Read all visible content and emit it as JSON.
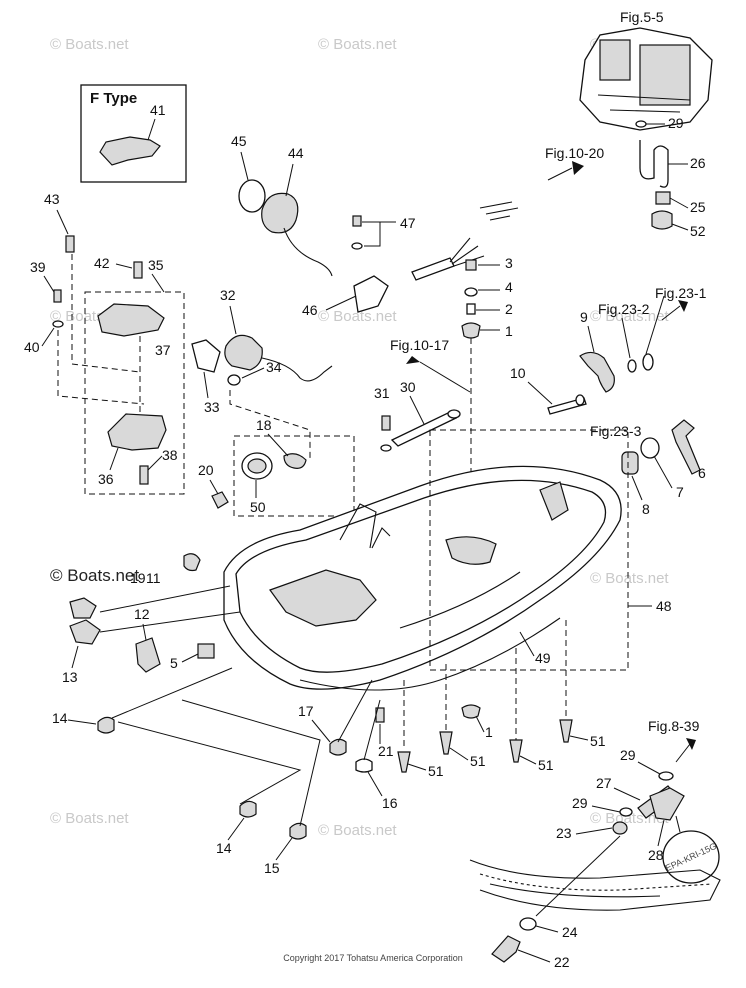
{
  "watermark": "© Boats.net",
  "copyright": "Copyright 2017 Tohatsu America Corporation",
  "inset_box": {
    "title": "F Type",
    "part": "41"
  },
  "figure_refs": {
    "fig_5_5": "Fig.5-5",
    "fig_10_20": "Fig.10-20",
    "fig_10_17": "Fig.10-17",
    "fig_23_1": "Fig.23-1",
    "fig_23_2": "Fig.23-2",
    "fig_23_3": "Fig.23-3",
    "fig_8_39": "Fig.8-39"
  },
  "emission_label": "EPA-KRI-15G",
  "callouts": {
    "p1a": "1",
    "p1b": "1",
    "p2": "2",
    "p3": "3",
    "p4": "4",
    "p5": "5",
    "p6": "6",
    "p7": "7",
    "p8": "8",
    "p9": "9",
    "p10": "10",
    "p11": "11",
    "p12": "12",
    "p13": "13",
    "p14a": "14",
    "p14b": "14",
    "p15": "15",
    "p16": "16",
    "p17": "17",
    "p18": "18",
    "p19": "19",
    "p20": "20",
    "p21": "21",
    "p22": "22",
    "p23": "23",
    "p24": "24",
    "p25": "25",
    "p26": "26",
    "p27": "27",
    "p28": "28",
    "p29a": "29",
    "p29b": "29",
    "p29c": "29",
    "p30": "30",
    "p31": "31",
    "p32": "32",
    "p33": "33",
    "p34": "34",
    "p35": "35",
    "p36": "36",
    "p37": "37",
    "p38": "38",
    "p39": "39",
    "p40": "40",
    "p42": "42",
    "p43": "43",
    "p44": "44",
    "p45": "45",
    "p46": "46",
    "p47": "47",
    "p48": "48",
    "p49": "49",
    "p50": "50",
    "p51a": "51",
    "p51b": "51",
    "p51c": "51",
    "p51d": "51",
    "p52": "52"
  }
}
